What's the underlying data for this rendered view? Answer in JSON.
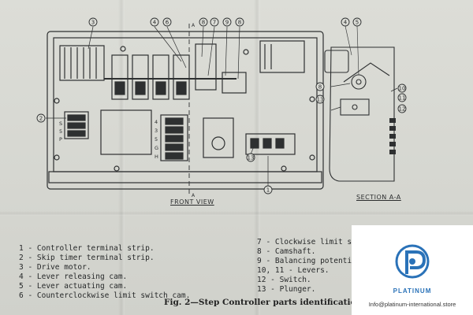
{
  "diagram": {
    "front_view_label": "FRONT VIEW",
    "section_label": "SECTION A-A",
    "section_marker": "A",
    "callouts": [
      "1",
      "2",
      "3",
      "4",
      "5",
      "6",
      "7",
      "8",
      "9",
      "10",
      "11",
      "12",
      "13"
    ],
    "terminal_letters": [
      "S",
      "5",
      "P"
    ],
    "terminal_numbers": [
      "4",
      "3",
      "5",
      "G",
      "H"
    ]
  },
  "legend_left": [
    "1 - Controller terminal strip.",
    "2 - Skip timer terminal strip.",
    "3 - Drive motor.",
    "4 - Lever releasing cam.",
    "5 - Lever actuating cam.",
    "6 - Counterclockwise limit switch cam."
  ],
  "legend_right": [
    "7 - Clockwise limit swit",
    "8 - Camshaft.",
    "9 - Balancing potentiome",
    "10, 11 - Levers.",
    "12 - Switch.",
    "13 - Plunger."
  ],
  "caption": "Fig. 2—Step Controller parts identification.",
  "watermark": {
    "brand": "PLATINUM",
    "email": "Info@platinum-international.store",
    "accent": "#2a72b8"
  }
}
